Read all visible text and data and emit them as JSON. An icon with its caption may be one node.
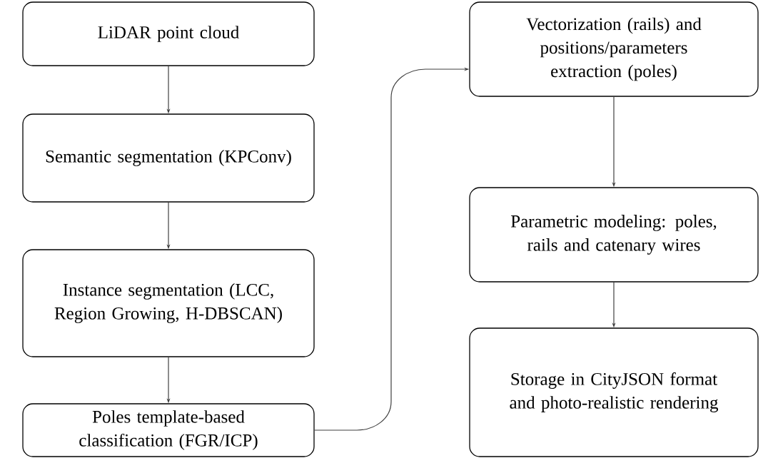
{
  "diagram": {
    "nodes": [
      {
        "text": [
          "LiDAR point cloud"
        ]
      },
      {
        "text": [
          "Semantic segmentation (KPConv)"
        ]
      },
      {
        "text": [
          "Instance segmentation (LCC, Region Growing, H-DBSCAN)"
        ]
      },
      {
        "text": [
          "Poles template-based classification (FGR/ICP)"
        ]
      },
      {
        "text": [
          "Vectorization (rails) and positions/parameters extraction (poles)"
        ]
      },
      {
        "text": [
          "Parametric modeling: poles, rails and catenary wires"
        ]
      },
      {
        "text": [
          "Storage in CityJSON format and photo-realistic rendering"
        ]
      }
    ],
    "edges": [
      {
        "from": 0,
        "to": 1,
        "arrow": "to"
      },
      {
        "from": 1,
        "to": 2,
        "arrow": "to"
      },
      {
        "from": 2,
        "to": 3,
        "arrow": "to"
      },
      {
        "from": 3,
        "to": 4,
        "arrow": "to"
      },
      {
        "from": 4,
        "to": 5,
        "arrow": "to"
      },
      {
        "from": 5,
        "to": 6,
        "arrow": "to"
      }
    ]
  }
}
